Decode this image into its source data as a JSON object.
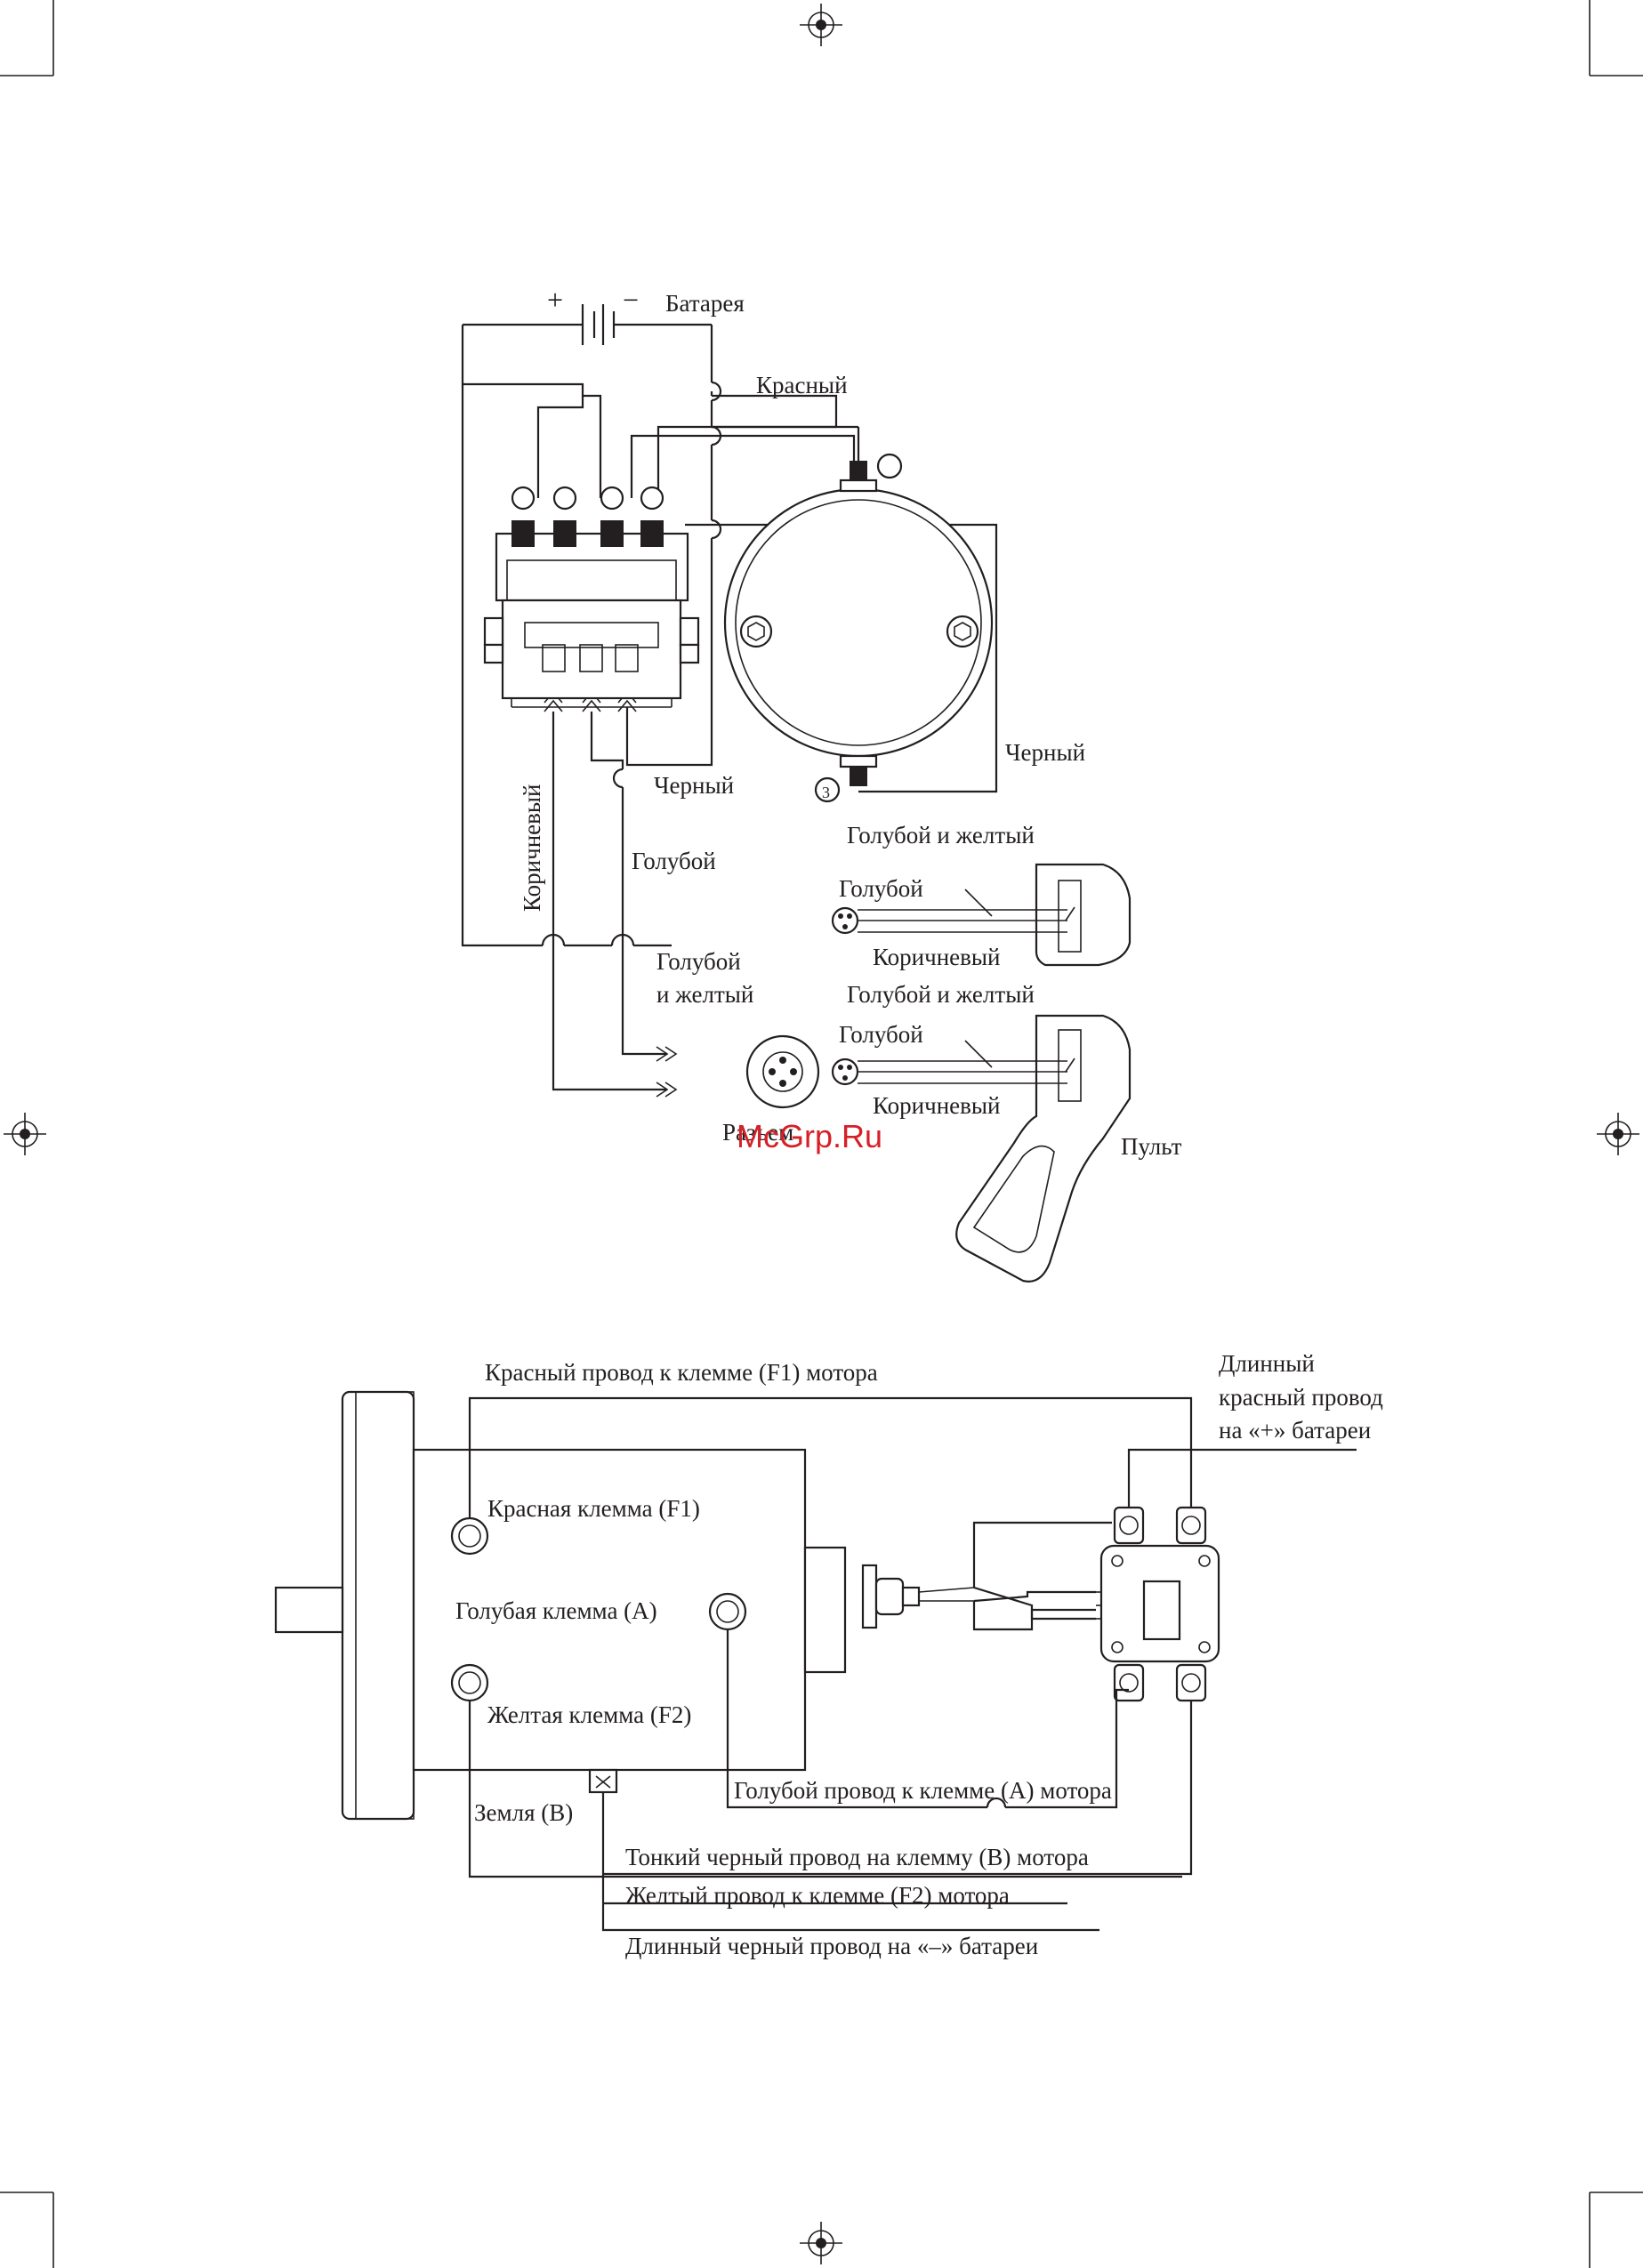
{
  "diagram1": {
    "battery": "Батарея",
    "plus": "+",
    "minus": "−",
    "red": "Красный",
    "black_left": "Черный",
    "black_right": "Черный",
    "brown_vertical": "Коричневый",
    "blue": "Голубой",
    "blue_yellow_1": "Голубой",
    "blue_yellow_2": "и желтый",
    "connector": "Разъем",
    "motor_terminal_num": "3",
    "remote1": {
      "blue_yellow": "Голубой и желтый",
      "blue": "Голубой",
      "brown": "Коричневый"
    },
    "remote2": {
      "blue_yellow": "Голубой и желтый",
      "blue": "Голубой",
      "brown": "Коричневый"
    },
    "remote": "Пульт"
  },
  "watermark": "McGrp.Ru",
  "diagram2": {
    "red_wire_f1": "Красный провод к клемме (F1) мотора",
    "long_red_1": "Длинный",
    "long_red_2": "красный провод",
    "long_red_3": "на «+» батареи",
    "red_terminal": "Красная клемма (F1)",
    "blue_terminal": "Голубая клемма (A)",
    "yellow_terminal": "Желтая клемма (F2)",
    "ground": "Земля (B)",
    "blue_wire_a": "Голубой провод к клемме (A) мотора",
    "thin_black_b": "Тонкий черный провод на клемму (B) мотора",
    "yellow_wire_f2": "Желтый провод к клемме (F2) мотора",
    "long_black": "Длинный черный провод на «–» батареи"
  }
}
